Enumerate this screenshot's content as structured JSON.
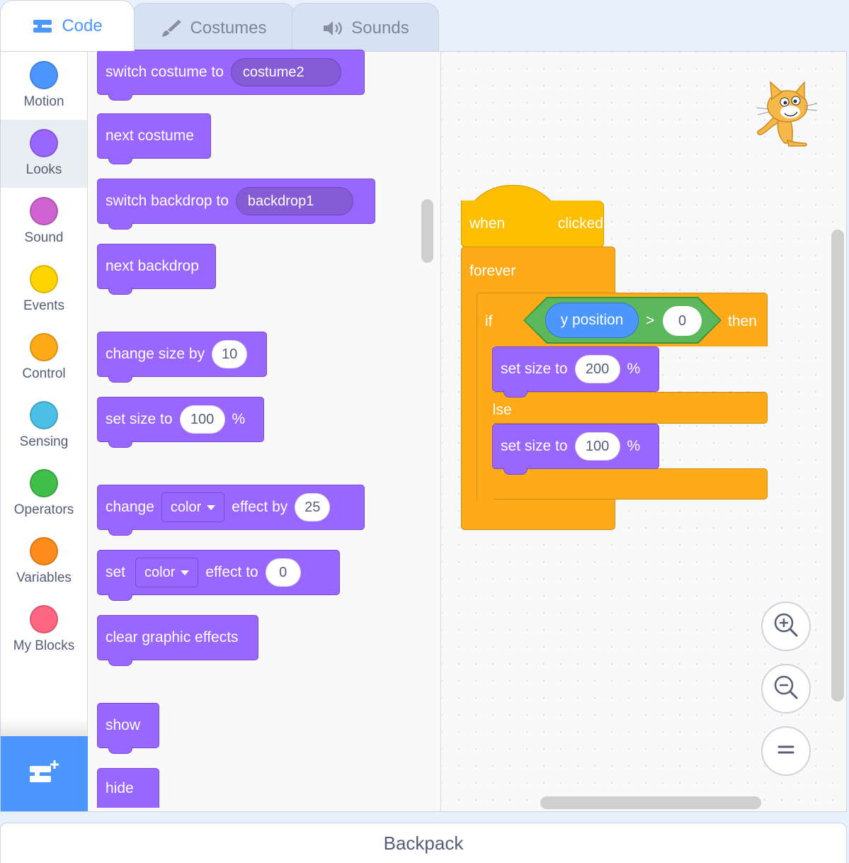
{
  "tabs": [
    {
      "label": "Code",
      "icon": "code-icon",
      "active": true
    },
    {
      "label": "Costumes",
      "icon": "brush-icon",
      "active": false
    },
    {
      "label": "Sounds",
      "icon": "speaker-icon",
      "active": false
    }
  ],
  "categories": [
    {
      "label": "Motion",
      "color": "#4c97ff",
      "selected": false
    },
    {
      "label": "Looks",
      "color": "#9966ff",
      "selected": true
    },
    {
      "label": "Sound",
      "color": "#cf63cf",
      "selected": false
    },
    {
      "label": "Events",
      "color": "#ffd500",
      "selected": false
    },
    {
      "label": "Control",
      "color": "#ffab19",
      "selected": false
    },
    {
      "label": "Sensing",
      "color": "#4cbfe6",
      "selected": false
    },
    {
      "label": "Operators",
      "color": "#40bf4a",
      "selected": false
    },
    {
      "label": "Variables",
      "color": "#ff8c1a",
      "selected": false
    },
    {
      "label": "My Blocks",
      "color": "#ff6680",
      "selected": false
    }
  ],
  "palette": {
    "switch_costume": {
      "text": "switch costume to",
      "value": "costume2"
    },
    "next_costume": "next costume",
    "switch_backdrop": {
      "text": "switch backdrop to",
      "value": "backdrop1"
    },
    "next_backdrop": "next backdrop",
    "change_size": {
      "text": "change size by",
      "value": "10"
    },
    "set_size": {
      "text": "set size to",
      "value": "100",
      "unit": "%"
    },
    "change_effect": {
      "text1": "change",
      "dropdown": "color",
      "text2": "effect by",
      "value": "25"
    },
    "set_effect": {
      "text1": "set",
      "dropdown": "color",
      "text2": "effect to",
      "value": "0"
    },
    "clear_effects": "clear graphic effects",
    "show": "show",
    "hide": "hide"
  },
  "script": {
    "hat": {
      "text1": "when",
      "text2": "clicked"
    },
    "forever": "forever",
    "if": {
      "text1": "if",
      "text2": "then"
    },
    "condition": {
      "reporter": "y position",
      "operator": ">",
      "value": "0"
    },
    "then_set_size": {
      "text": "set size to",
      "value": "200",
      "unit": "%"
    },
    "else": "else",
    "else_set_size": {
      "text": "set size to",
      "value": "100",
      "unit": "%"
    }
  },
  "backpack": "Backpack"
}
